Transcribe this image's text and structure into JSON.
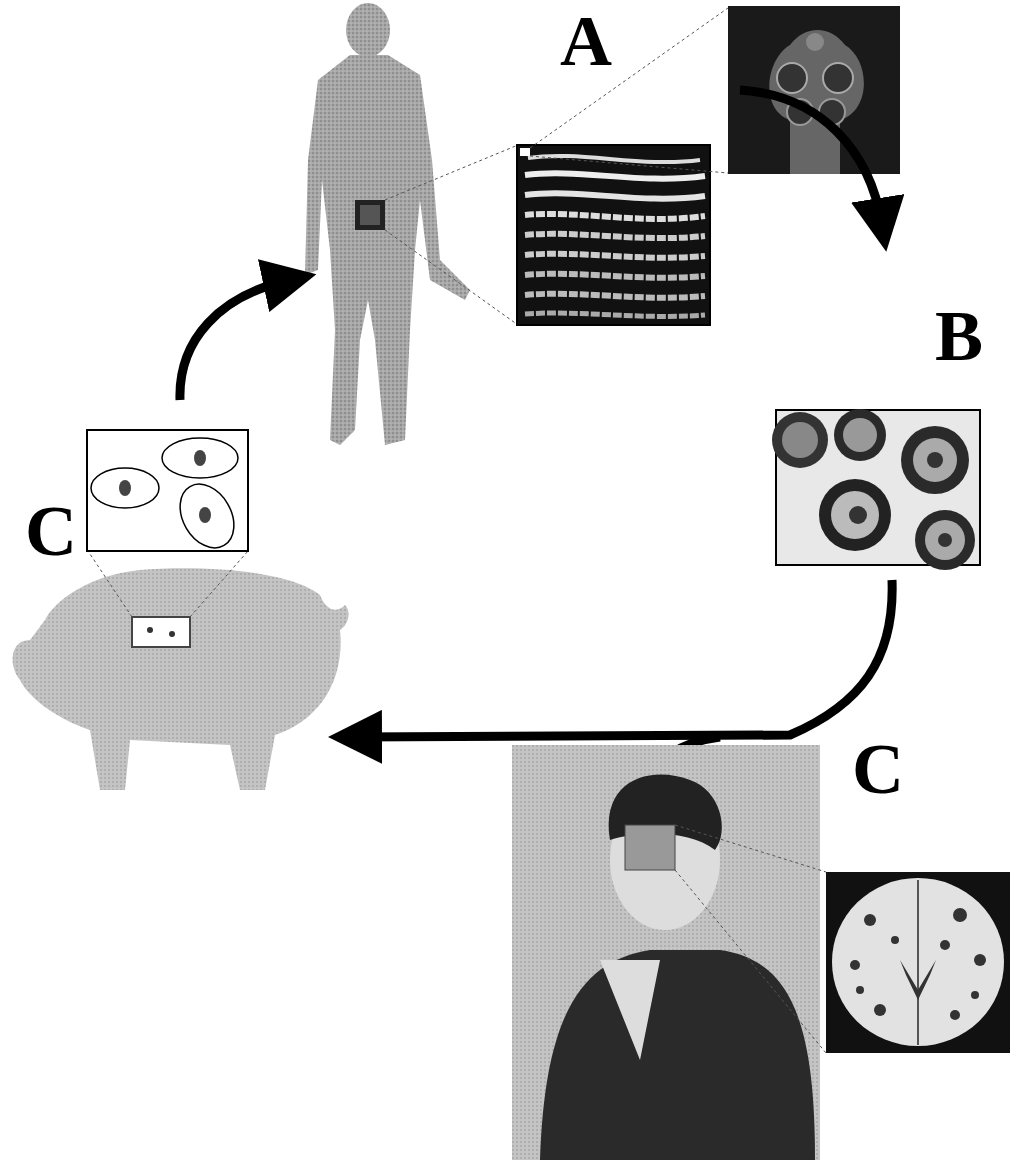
{
  "diagram": {
    "labels": [
      "A",
      "B",
      "C",
      "C"
    ]
  }
}
